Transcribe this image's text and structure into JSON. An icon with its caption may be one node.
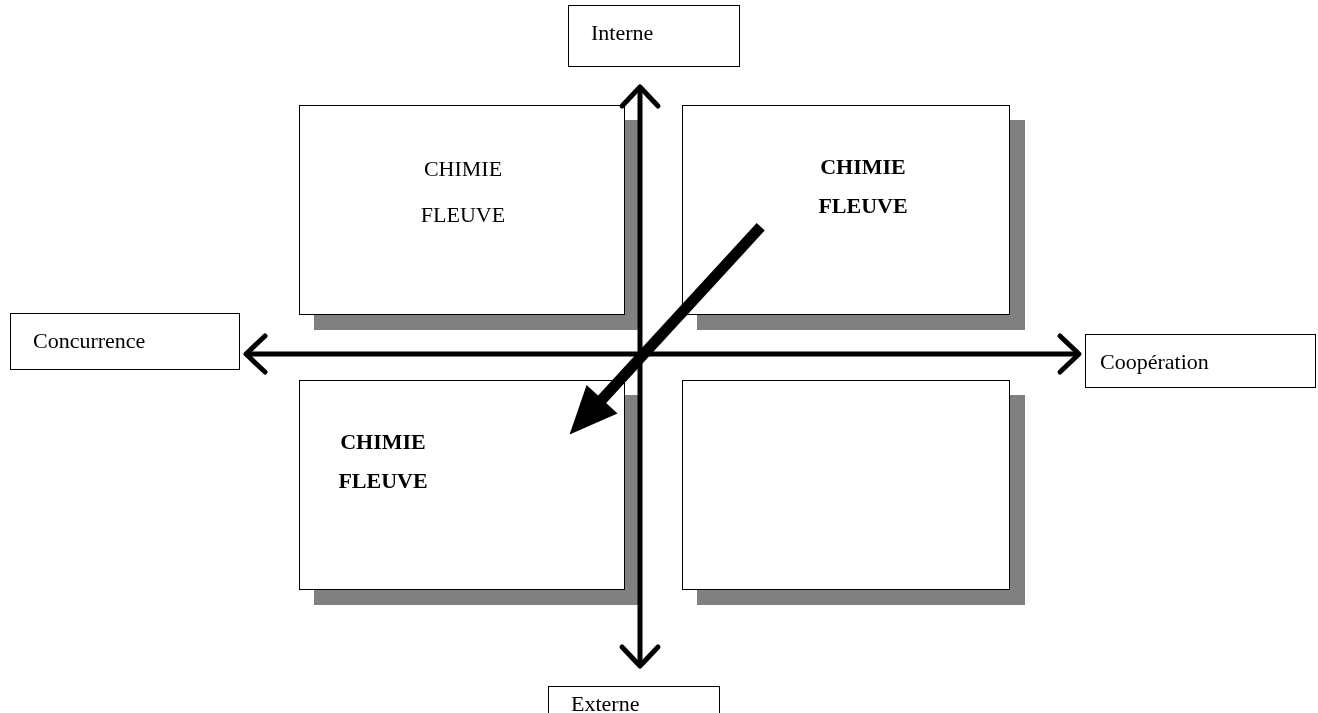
{
  "diagram": {
    "nodes": [
      {
        "text": [
          "Interne"
        ]
      },
      {
        "text": [
          "CHIMIE FLEUVE"
        ]
      },
      {
        "text": [
          "CHIMIE FLEUVE"
        ]
      },
      {
        "text": [
          "Concurrence"
        ]
      },
      {
        "text": [
          "Coopération"
        ]
      },
      {
        "text": [
          "CHIMIE FLEUVE"
        ]
      },
      {
        "text": [],
        "shape": "box"
      },
      {
        "text": [
          "Externe"
        ]
      }
    ],
    "edges": [
      {
        "from": 0,
        "to": 7,
        "arrow": "both"
      },
      {
        "from": 3,
        "to": 4,
        "arrow": "both"
      },
      {
        "from": 2,
        "to": 5,
        "arrow": "to",
        "style": "thick"
      }
    ]
  }
}
